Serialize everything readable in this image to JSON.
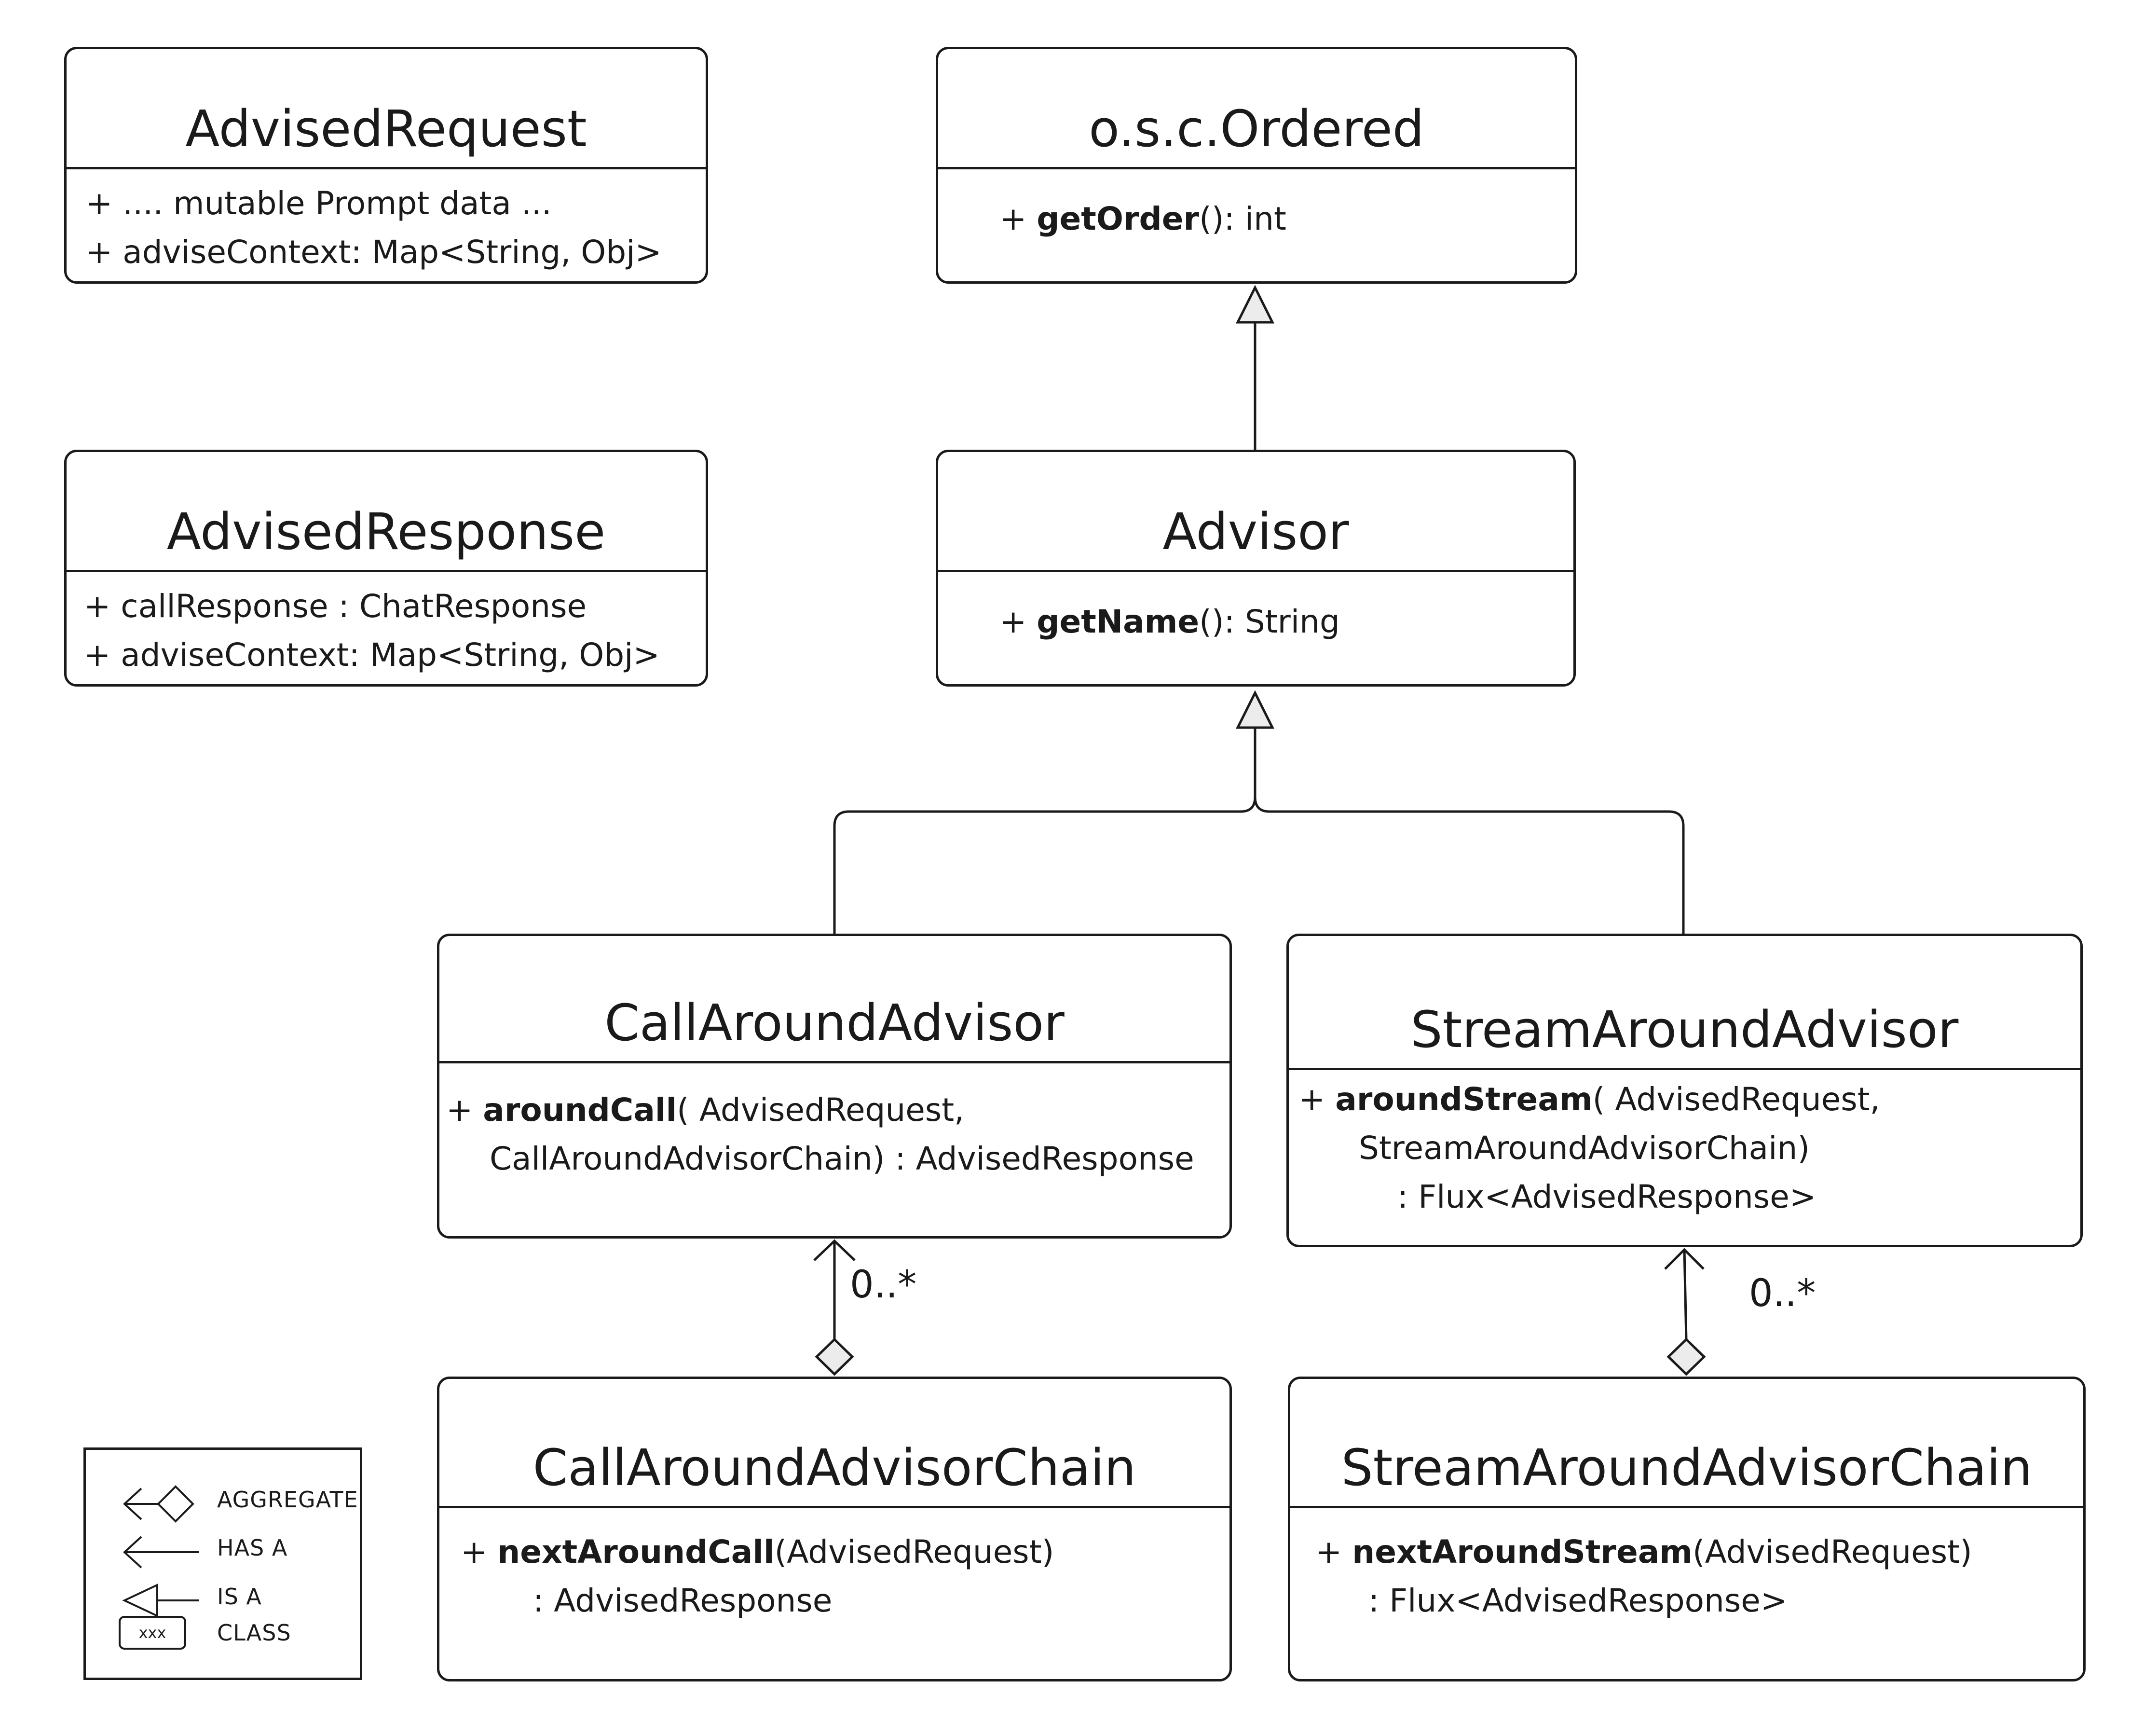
{
  "classes": {
    "advised_request": {
      "name": "AdvisedRequest",
      "members": [
        "+ .... mutable Prompt data ...",
        "+ adviseContext: Map<String, Obj>"
      ]
    },
    "advised_response": {
      "name": "AdvisedResponse",
      "members": [
        "+ callResponse : ChatResponse",
        "+ adviseContext: Map<String, Obj>"
      ]
    },
    "ordered": {
      "name": "o.s.c.Ordered",
      "method_prefix": "+ ",
      "method_name": "getOrder",
      "method_suffix": "(): int"
    },
    "advisor": {
      "name": "Advisor",
      "method_prefix": "+ ",
      "method_name": "getName",
      "method_suffix": "(): String"
    },
    "call_around_advisor": {
      "name": "CallAroundAdvisor",
      "method_prefix": "+ ",
      "method_name": "aroundCall",
      "method_suffix": "( AdvisedRequest,",
      "continuation": [
        "CallAroundAdvisorChain) : AdvisedResponse"
      ]
    },
    "stream_around_advisor": {
      "name": "StreamAroundAdvisor",
      "method_prefix": "+ ",
      "method_name": "aroundStream",
      "method_suffix": "( AdvisedRequest,",
      "continuation": [
        "StreamAroundAdvisorChain)",
        ": Flux<AdvisedResponse>"
      ]
    },
    "call_around_advisor_chain": {
      "name": "CallAroundAdvisorChain",
      "method_prefix": "+ ",
      "method_name": "nextAroundCall",
      "method_suffix": "(AdvisedRequest)",
      "continuation": [
        ": AdvisedResponse"
      ]
    },
    "stream_around_advisor_chain": {
      "name": "StreamAroundAdvisorChain",
      "method_prefix": "+ ",
      "method_name": "nextAroundStream",
      "method_suffix": "(AdvisedRequest)",
      "continuation": [
        ": Flux<AdvisedResponse>"
      ]
    }
  },
  "relations": [
    {
      "from": "Advisor",
      "to": "o.s.c.Ordered",
      "kind": "IS A"
    },
    {
      "from": "CallAroundAdvisor",
      "to": "Advisor",
      "kind": "IS A"
    },
    {
      "from": "StreamAroundAdvisor",
      "to": "Advisor",
      "kind": "IS A"
    },
    {
      "from": "CallAroundAdvisorChain",
      "to": "CallAroundAdvisor",
      "kind": "AGGREGATE",
      "multiplicity": "0..*"
    },
    {
      "from": "StreamAroundAdvisorChain",
      "to": "StreamAroundAdvisor",
      "kind": "AGGREGATE",
      "multiplicity": "0..*"
    }
  ],
  "multiplicities": {
    "call_chain": "0..*",
    "stream_chain": "0..*"
  },
  "legend": {
    "aggregate": "AGGREGATE",
    "has_a": "HAS A",
    "is_a": "IS A",
    "class": "CLASS",
    "class_sample": "xxx"
  }
}
